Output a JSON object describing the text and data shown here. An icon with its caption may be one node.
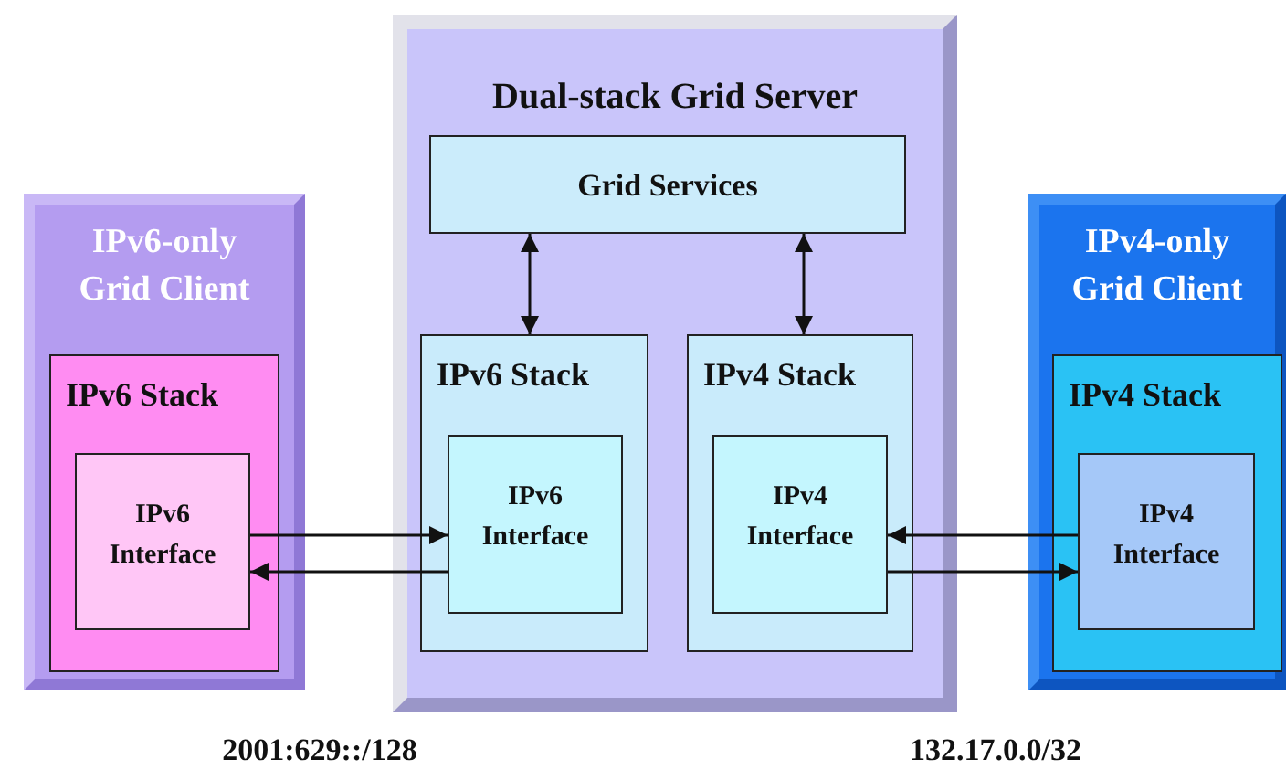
{
  "diagram": {
    "nodes": [
      {
        "text": [
          "IPv6-only Grid Client"
        ]
      },
      {
        "text": [
          "IPv6 Stack"
        ],
        "in": 0
      },
      {
        "text": [
          "IPv6 Interface"
        ],
        "in": 1
      },
      {
        "text": [
          "Dual-stack Grid Server"
        ]
      },
      {
        "text": [
          "Grid Services"
        ],
        "in": 3
      },
      {
        "text": [
          "IPv6 Stack"
        ],
        "in": 3
      },
      {
        "text": [
          "IPv6 Interface"
        ],
        "in": 5
      },
      {
        "text": [
          "IPv4 Stack"
        ],
        "in": 3
      },
      {
        "text": [
          "IPv4 Interface"
        ],
        "in": 7
      },
      {
        "text": [
          "IPv4-only Grid Client"
        ]
      },
      {
        "text": [
          "IPv4 Stack"
        ],
        "in": 9
      },
      {
        "text": [
          "IPv4 Interface"
        ],
        "in": 10
      }
    ],
    "edges": [
      {
        "from": 2,
        "to": 6,
        "arrow": "to"
      },
      {
        "from": 6,
        "to": 2,
        "arrow": "to"
      },
      {
        "from": 4,
        "to": 5,
        "arrow": "both"
      },
      {
        "from": 4,
        "to": 7,
        "arrow": "both"
      },
      {
        "from": 11,
        "to": 8,
        "arrow": "to"
      },
      {
        "from": 8,
        "to": 11,
        "arrow": "to"
      }
    ],
    "labels": [
      "2001:629::/128",
      "132.17.0.0/32"
    ]
  }
}
